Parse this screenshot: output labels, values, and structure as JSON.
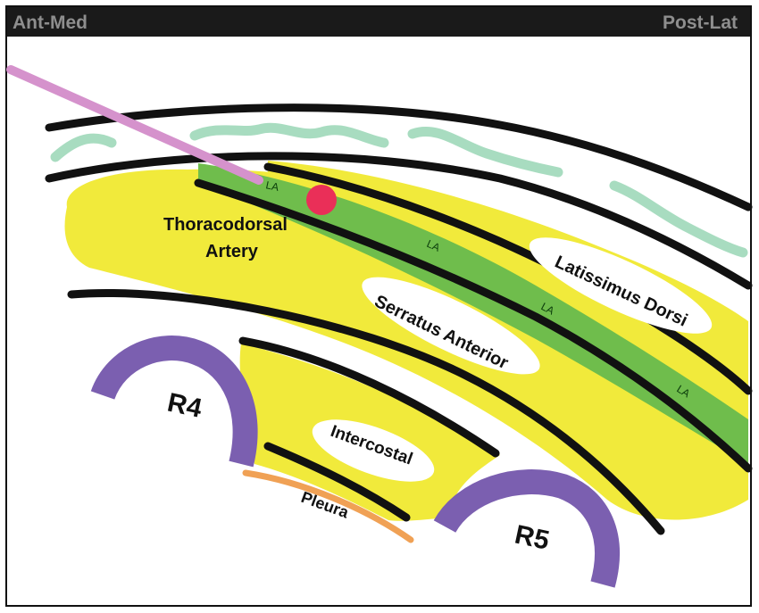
{
  "header": {
    "left": "Ant-Med",
    "right": "Post-Lat"
  },
  "labels": {
    "thoracodorsal_line1": "Thoracodorsal",
    "thoracodorsal_line2": "Artery",
    "latissimus": "Latissimus Dorsi",
    "serratus": "Serratus Anterior",
    "intercostal": "Intercostal",
    "pleura": "Pleura",
    "r4": "R4",
    "r5": "R5",
    "la1": "LA",
    "la2": "LA",
    "la3": "LA",
    "la4": "LA"
  },
  "colors": {
    "muscle": "#f1ea3b",
    "local_anesthetic": "#6fbd4c",
    "needle": "#d592cc",
    "artery": "#ea2f58",
    "rib": "#7b5fb0",
    "pleura": "#f0a155",
    "subcutaneous": "#a8dcc0",
    "fascia": "#111111"
  }
}
